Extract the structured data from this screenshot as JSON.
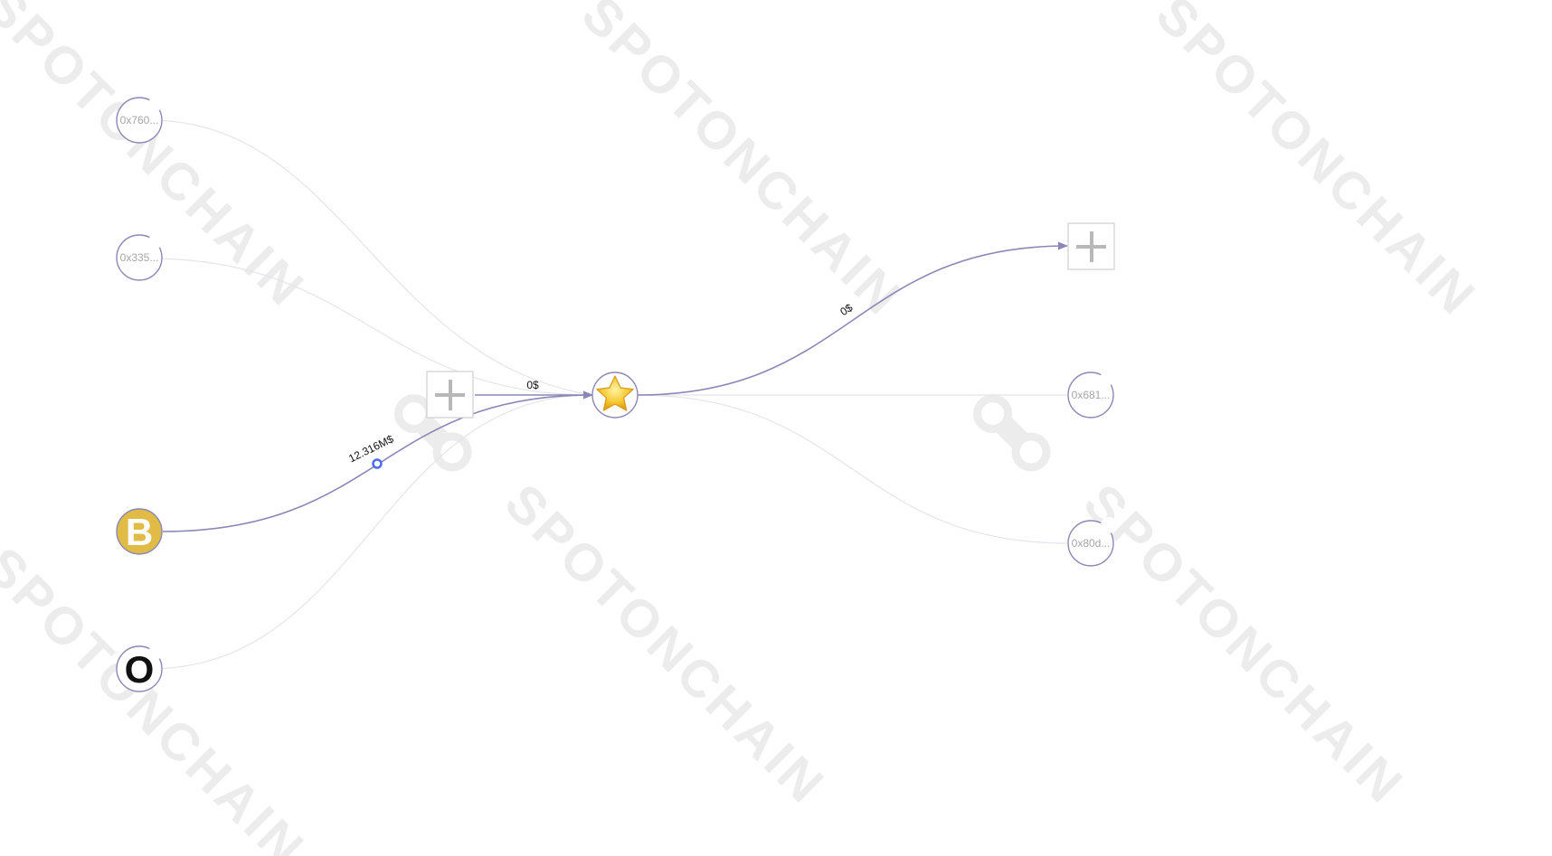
{
  "watermark": {
    "text": "SPOTONCHAIN"
  },
  "nodes": {
    "addr_0x760": {
      "label": "0x760..."
    },
    "addr_0x335": {
      "label": "0x335..."
    },
    "binance": {
      "letter": "B",
      "fill": "#e0bb45",
      "text_color": "#ffffff"
    },
    "okx": {
      "letter": "O",
      "fill": "#ffffff",
      "text_color": "#111111"
    },
    "expand_left": {
      "symbol": "+"
    },
    "center": {
      "icon": "star-icon",
      "symbol": "★"
    },
    "expand_right": {
      "symbol": "+"
    },
    "addr_0x681": {
      "label": "0x681..."
    },
    "addr_0x80d": {
      "label": "0x80d..."
    }
  },
  "edges": {
    "binance_to_center": {
      "label": "12.316M$"
    },
    "expand_left_to_center": {
      "label": "0$"
    },
    "center_to_expand_right": {
      "label": "0$"
    }
  },
  "colors": {
    "node_border": "#8b88b5",
    "active_edge": "#8a88b6",
    "faint_edge": "#e4e4ec",
    "expand_border": "#cfcfcf",
    "expand_plus": "#b8b8b8",
    "edge_handle": "#4e6df0",
    "star_fill": "#f7c933"
  }
}
